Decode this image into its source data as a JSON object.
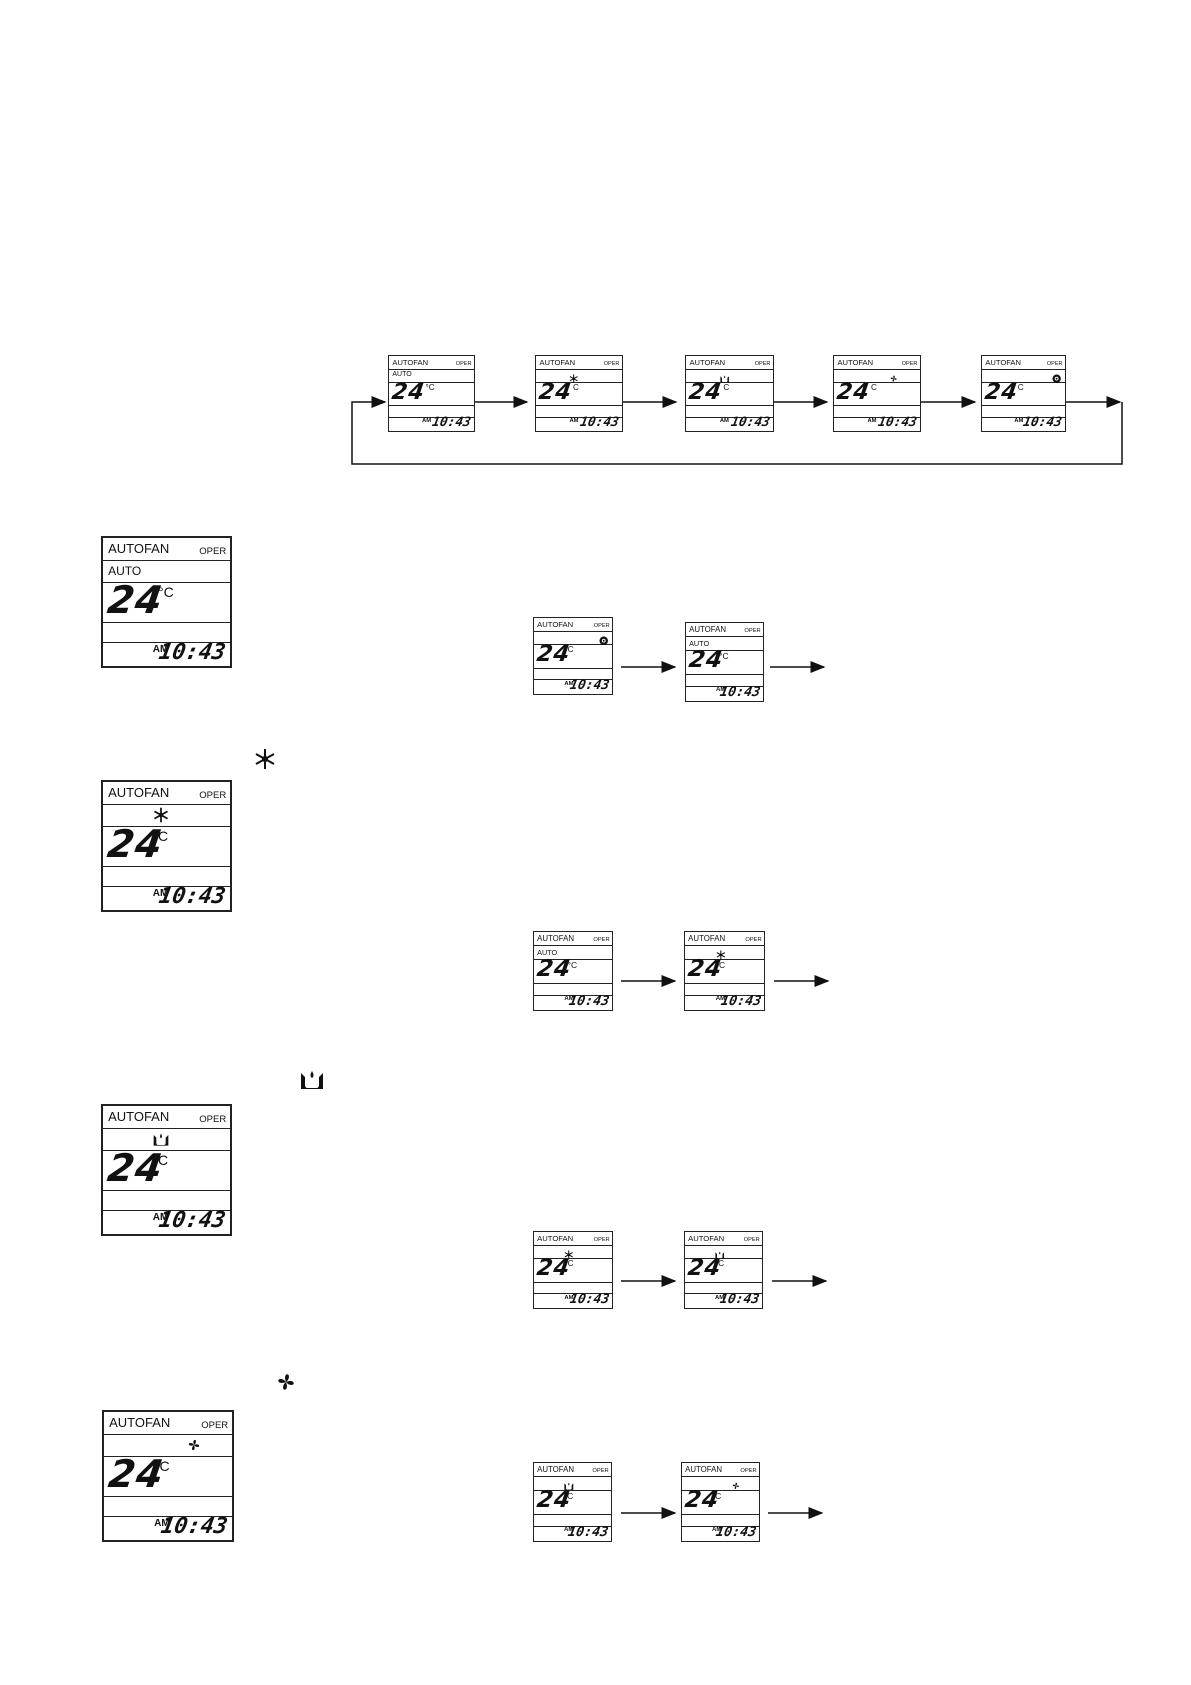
{
  "display": {
    "autofan": "AUTOFAN",
    "oper": "OPER",
    "auto": "AUTO",
    "temperature": "24",
    "unit_celsius": "°C",
    "unit_c": "C",
    "am": "AM",
    "time": "10:43"
  },
  "mode_icons": [
    "auto",
    "snowflake-icon",
    "dehumidify-icon",
    "fan-icon",
    "heat-icon"
  ],
  "colors": {
    "ink": "#111111",
    "background": "#ffffff"
  }
}
